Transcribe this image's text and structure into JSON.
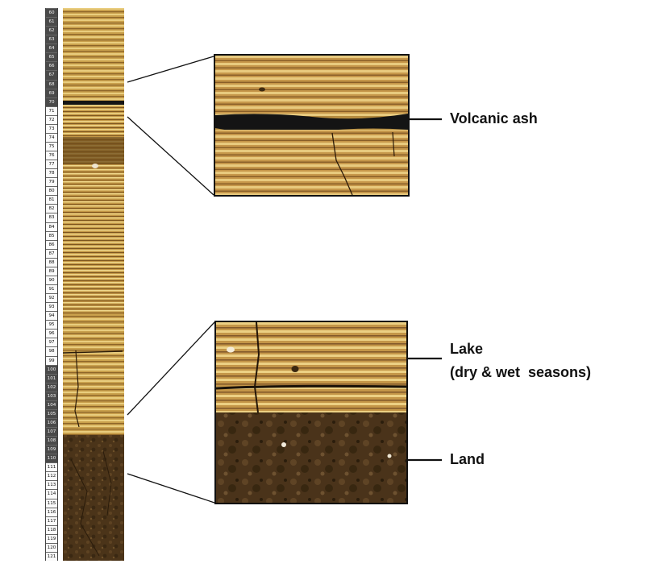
{
  "labels": {
    "volcanic_ash": "Volcanic ash",
    "lake": "Lake",
    "lake_detail": "(dry & wet  seasons)",
    "land": "Land"
  },
  "scale": {
    "top_label": "60",
    "bottom_label": "121",
    "ticks": [
      "60",
      "61",
      "62",
      "63",
      "64",
      "65",
      "66",
      "67",
      "68",
      "69",
      "70",
      "71",
      "72",
      "73",
      "74",
      "75",
      "76",
      "77",
      "78",
      "79",
      "80",
      "81",
      "82",
      "83",
      "84",
      "85",
      "86",
      "87",
      "88",
      "89",
      "90",
      "91",
      "92",
      "93",
      "94",
      "95",
      "96",
      "97",
      "98",
      "99",
      "100",
      "101",
      "102",
      "103",
      "104",
      "105",
      "106",
      "107",
      "108",
      "109",
      "110",
      "111",
      "112",
      "113",
      "114",
      "115",
      "116",
      "117",
      "118",
      "119",
      "120",
      "121"
    ]
  },
  "colors": {
    "sediment_light": "#e2c06a",
    "sediment_mid": "#b98a36",
    "sediment_dark": "#6e4a18",
    "soil": "#4a3318",
    "ash_layer": "#111111",
    "connector": "#111111"
  }
}
